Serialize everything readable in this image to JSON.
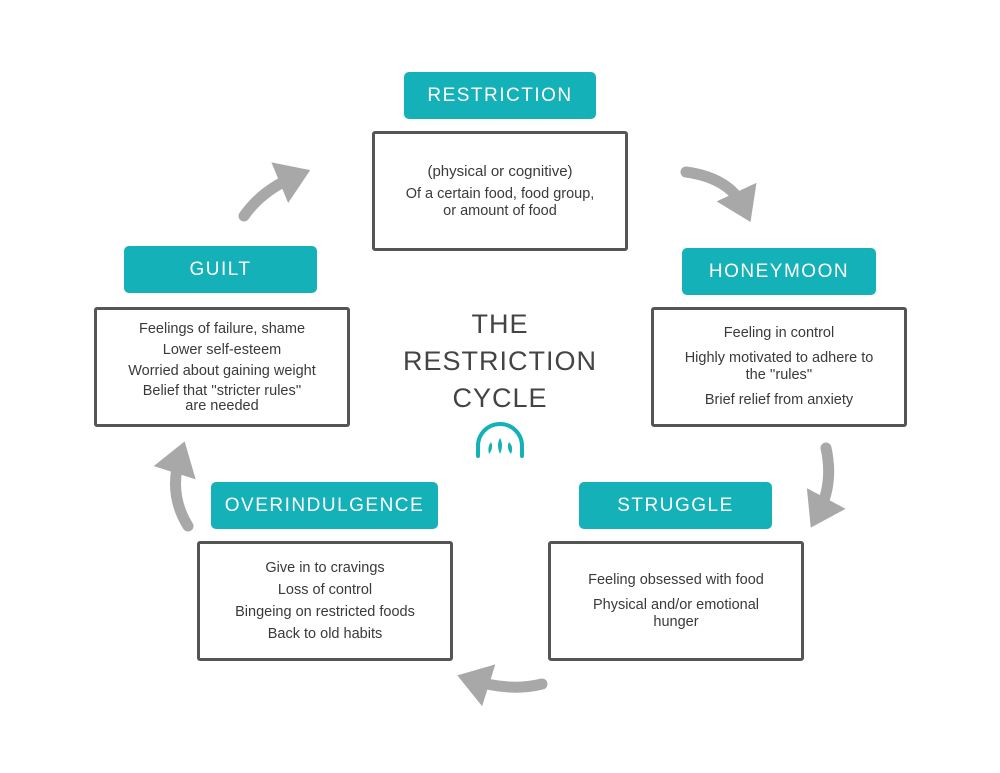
{
  "title": [
    "THE",
    "RESTRICTION",
    "CYCLE"
  ],
  "colors": {
    "accent": "#14b1b8",
    "arrow": "#a8a8a8",
    "border": "#555555",
    "text": "#3a3a3a"
  },
  "logo_icon": "arch-sprout-logo",
  "stages": {
    "restriction": {
      "label": "RESTRICTION",
      "sub": "(physical or cognitive)",
      "lines": [
        "Of a certain food, food group,\nor amount of food"
      ]
    },
    "honeymoon": {
      "label": "HONEYMOON",
      "lines": [
        "Feeling in control",
        "Highly motivated to adhere to\nthe ''rules''",
        "Brief relief from anxiety"
      ]
    },
    "struggle": {
      "label": "STRUGGLE",
      "lines": [
        "Feeling obsessed with food",
        "Physical and/or emotional\nhunger"
      ]
    },
    "overindulgence": {
      "label": "OVERINDULGENCE",
      "lines": [
        "Give in to cravings",
        "Loss of control",
        "Bingeing on restricted foods",
        "Back to old habits"
      ]
    },
    "guilt": {
      "label": "GUILT",
      "lines": [
        "Feelings of failure, shame",
        "Lower self-esteem",
        "Worried about gaining weight",
        "Belief that ''stricter rules''\nare needed"
      ]
    }
  }
}
